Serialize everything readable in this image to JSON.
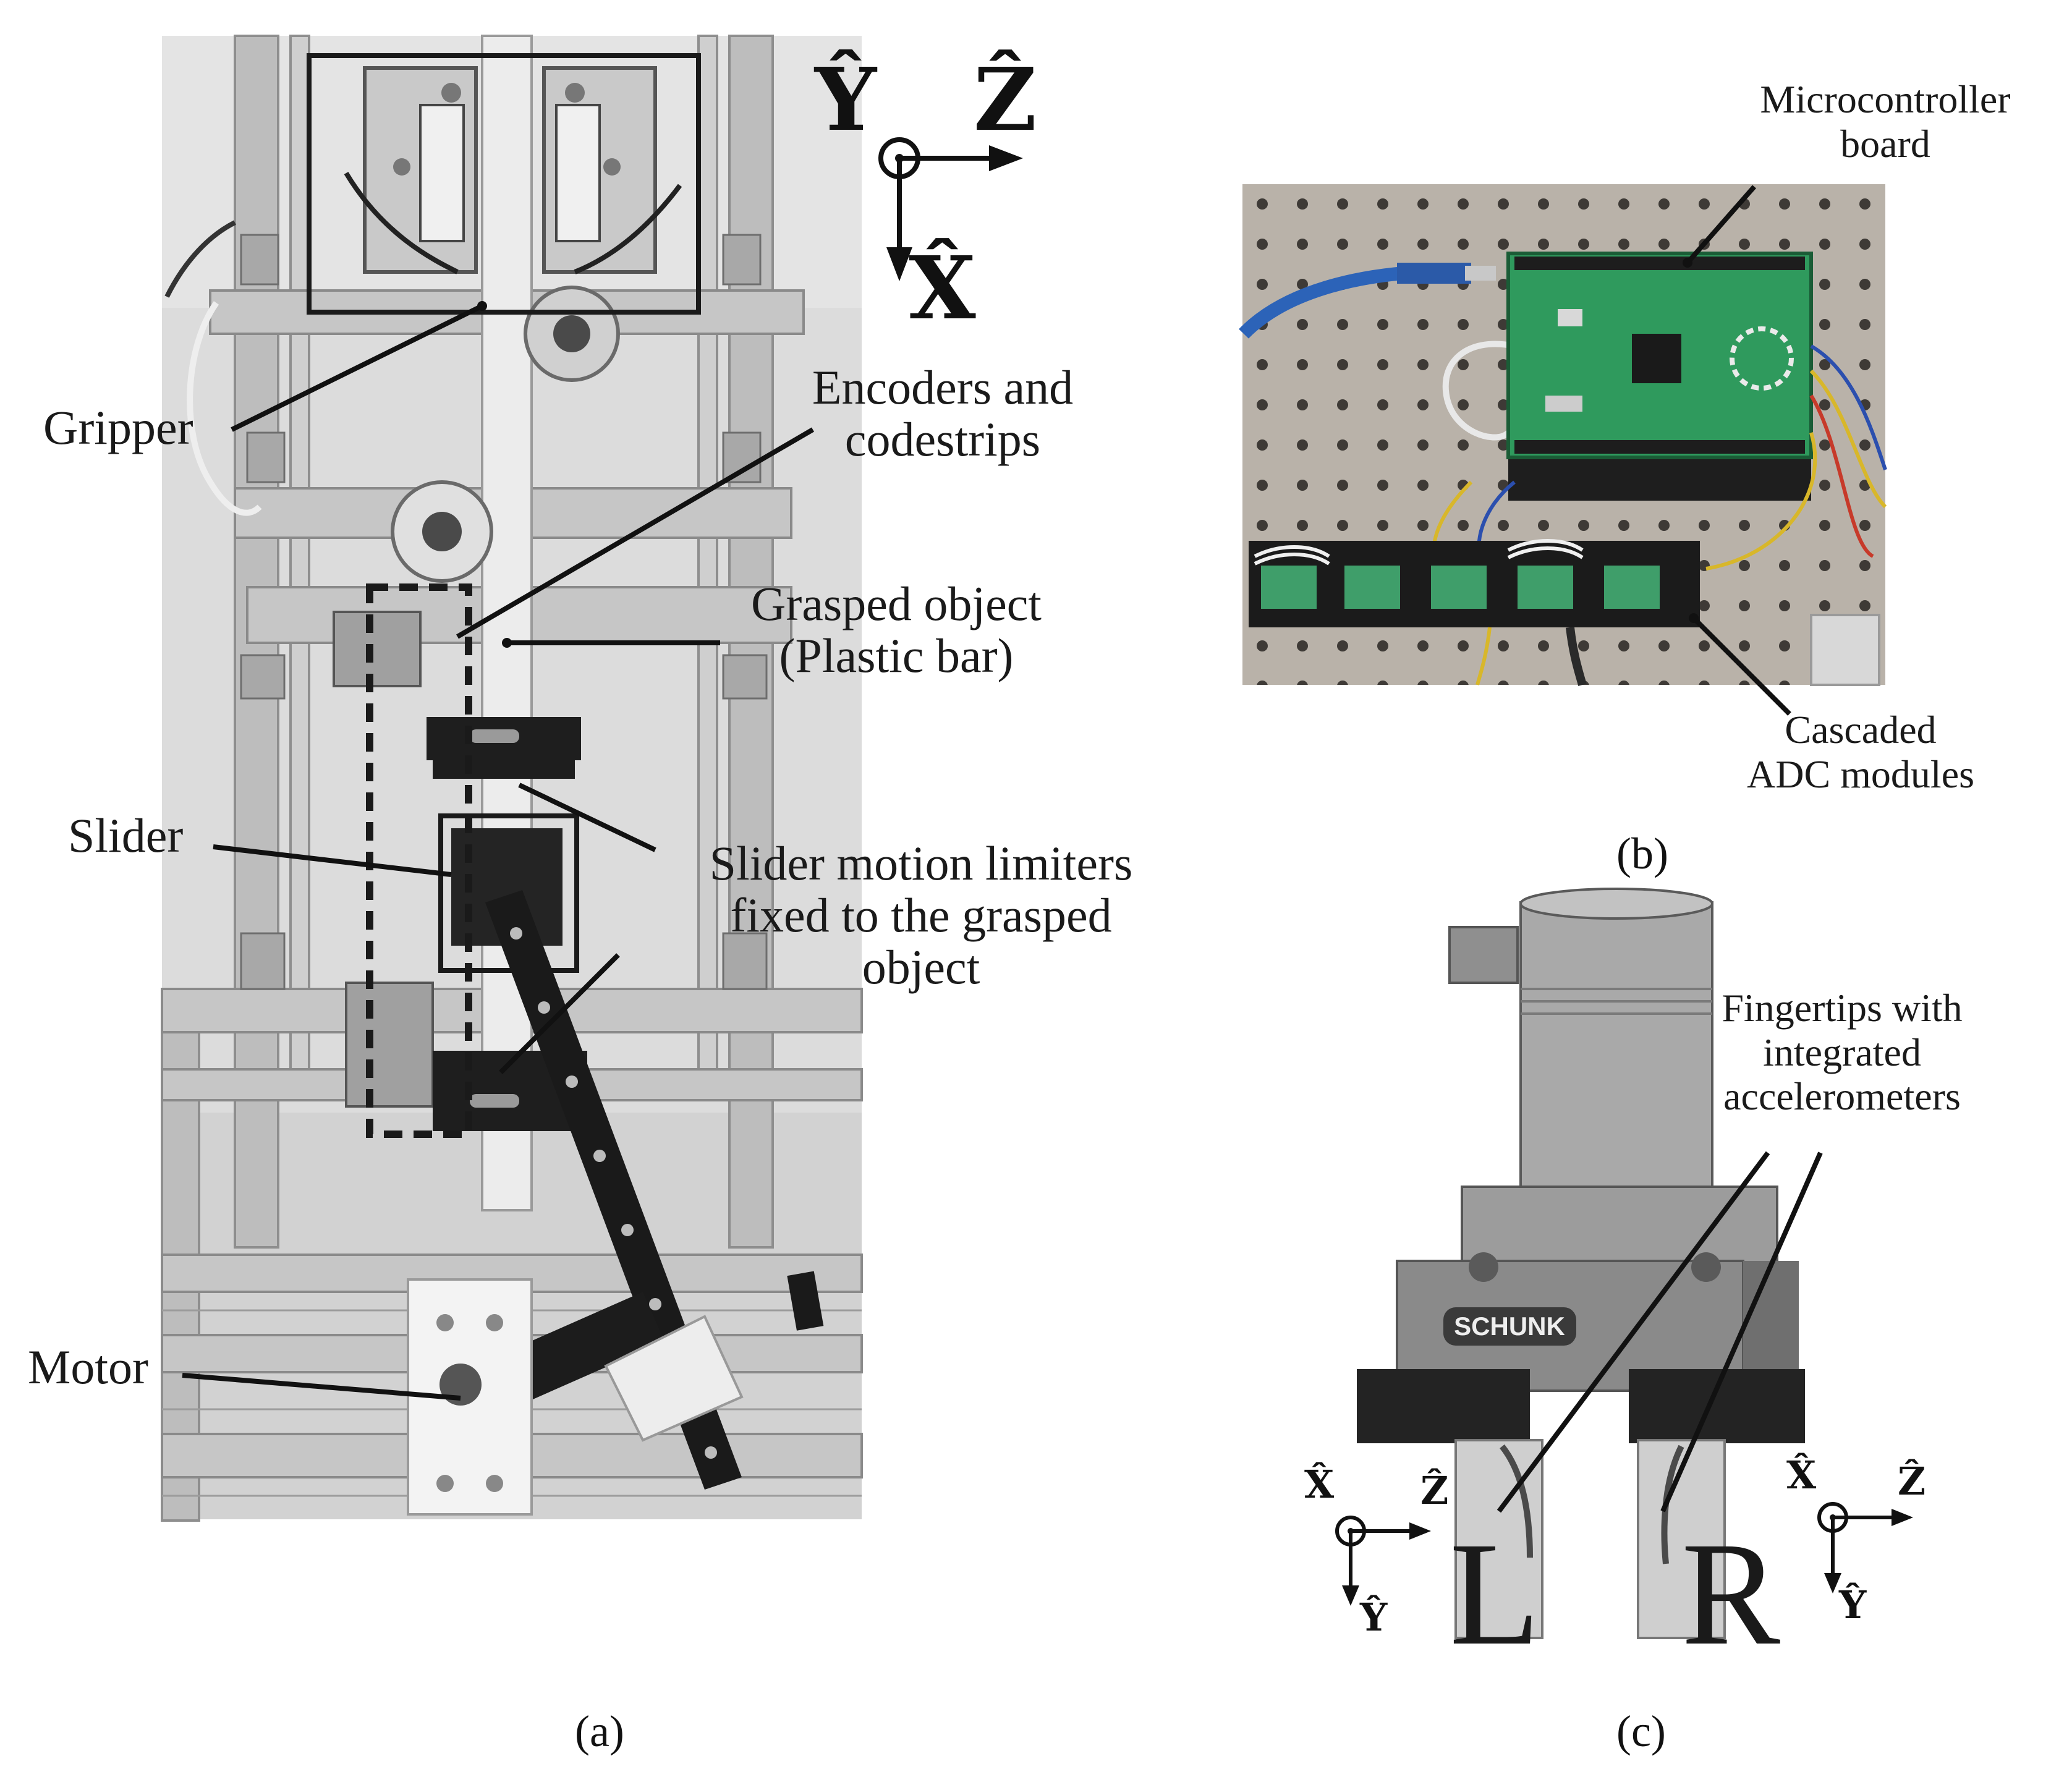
{
  "panel_a": {
    "labels": {
      "gripper": "Gripper",
      "encoders_line1": "Encoders and",
      "encoders_line2": "codestrips",
      "grasped_line1": "Grasped object",
      "grasped_line2": "(Plastic bar)",
      "slider": "Slider",
      "limiters_line1": "Slider motion limiters",
      "limiters_line2": "fixed to the grasped",
      "limiters_line3": "object",
      "motor": "Motor"
    },
    "axes": {
      "y": "Ŷ",
      "z": "Ẑ",
      "x": "X̂"
    },
    "caption": "(a)"
  },
  "panel_b": {
    "labels": {
      "micro_line1": "Microcontroller",
      "micro_line2": "board",
      "adc_line1": "Cascaded",
      "adc_line2": "ADC modules"
    },
    "caption": "(b)"
  },
  "panel_c": {
    "labels": {
      "fingertips_line1": "Fingertips with",
      "fingertips_line2": "integrated",
      "fingertips_line3": "accelerometers",
      "brand": "SCHUNK"
    },
    "left_finger": "L",
    "right_finger": "R",
    "left_axes": {
      "x": "X̂",
      "z": "Ẑ",
      "y": "Ŷ"
    },
    "right_axes": {
      "x": "X̂",
      "z": "Ẑ",
      "y": "Ŷ"
    },
    "caption": "(c)"
  }
}
